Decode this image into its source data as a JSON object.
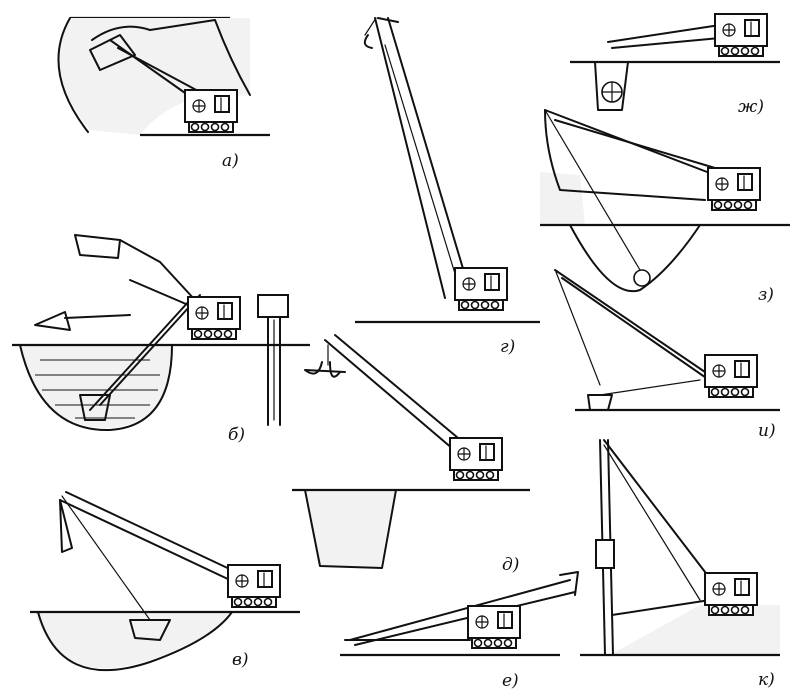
{
  "figure": {
    "labels": {
      "a": "а)",
      "b": "б)",
      "v": "в)",
      "g": "г)",
      "d": "д)",
      "e": "е)",
      "zh": "ж)",
      "z": "з)",
      "i": "и)",
      "k": "к)"
    }
  }
}
